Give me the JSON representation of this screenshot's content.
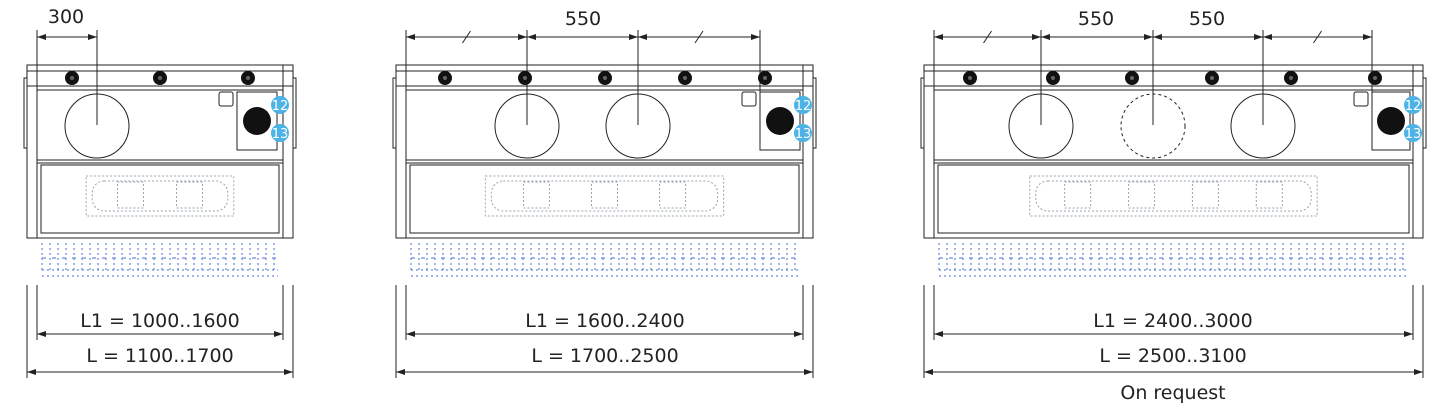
{
  "panels": [
    {
      "top_dims": [
        "300"
      ],
      "l1": "L1 = 1000..1600",
      "l": "L = 1100..1700",
      "note": null,
      "badges": [
        "12",
        "13"
      ]
    },
    {
      "top_dims": [
        "550"
      ],
      "l1": "L1 = 1600..2400",
      "l": "L = 1700..2500",
      "note": null,
      "badges": [
        "12",
        "13"
      ]
    },
    {
      "top_dims": [
        "550",
        "550"
      ],
      "l1": "L1 = 2400..3000",
      "l": "L = 2500..3100",
      "note": "On request",
      "badges": [
        "12",
        "13"
      ]
    }
  ],
  "colors": {
    "line": "#222222",
    "badge": "#4db3e6",
    "hidden_blue": "#4a6fd0",
    "hidden_grey": "#9aa4ae"
  }
}
